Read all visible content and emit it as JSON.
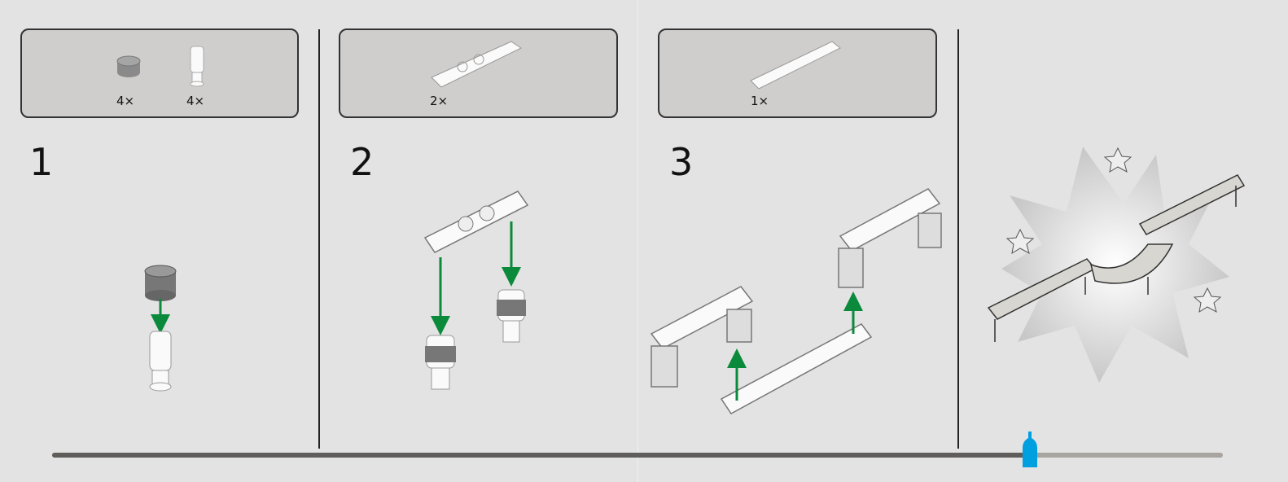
{
  "steps": [
    {
      "number": "1",
      "parts": [
        {
          "name": "bush",
          "count": "4×"
        },
        {
          "name": "axle-pin",
          "count": "4×"
        }
      ]
    },
    {
      "number": "2",
      "parts": [
        {
          "name": "beam-5",
          "count": "2×"
        }
      ]
    },
    {
      "number": "3",
      "parts": [
        {
          "name": "beam-7",
          "count": "1×"
        }
      ]
    }
  ],
  "progress": {
    "fraction": 0.835,
    "marker_color": "#009fe0",
    "filled_color": "#5f5e5a",
    "track_color": "#a8a4a0"
  },
  "arrow_color": "#0b8a3b"
}
